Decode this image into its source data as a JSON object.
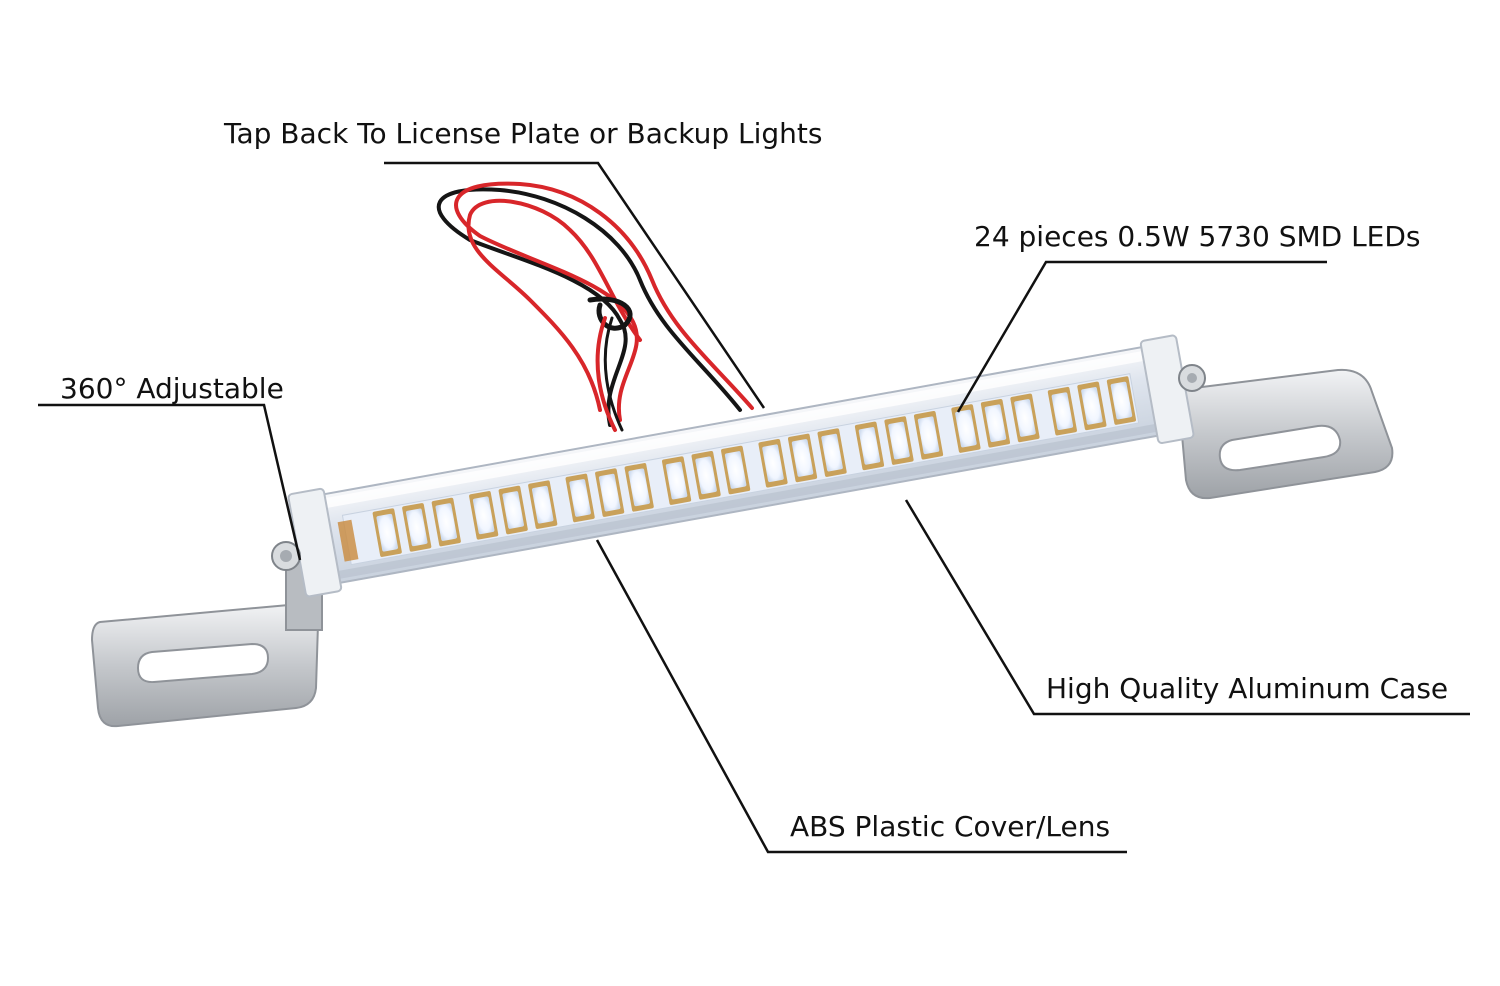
{
  "callouts": {
    "tap_back": "Tap Back To License Plate or Backup Lights",
    "leds": "24 pieces 0.5W 5730 SMD LEDs",
    "adjustable": "360° Adjustable",
    "aluminum": "High Quality Aluminum Case",
    "cover": "ABS Plastic Cover/Lens"
  },
  "product": {
    "led_count": 24,
    "led_groups": 8,
    "colors": {
      "led": "#f4f8ff",
      "led_chip_body": "#c9a15a",
      "pcb": "#e8eef8",
      "bracket": "#c7c9cc",
      "wire_red": "#d8262a",
      "wire_black": "#151515",
      "end_cap": "#eef1f4"
    }
  }
}
